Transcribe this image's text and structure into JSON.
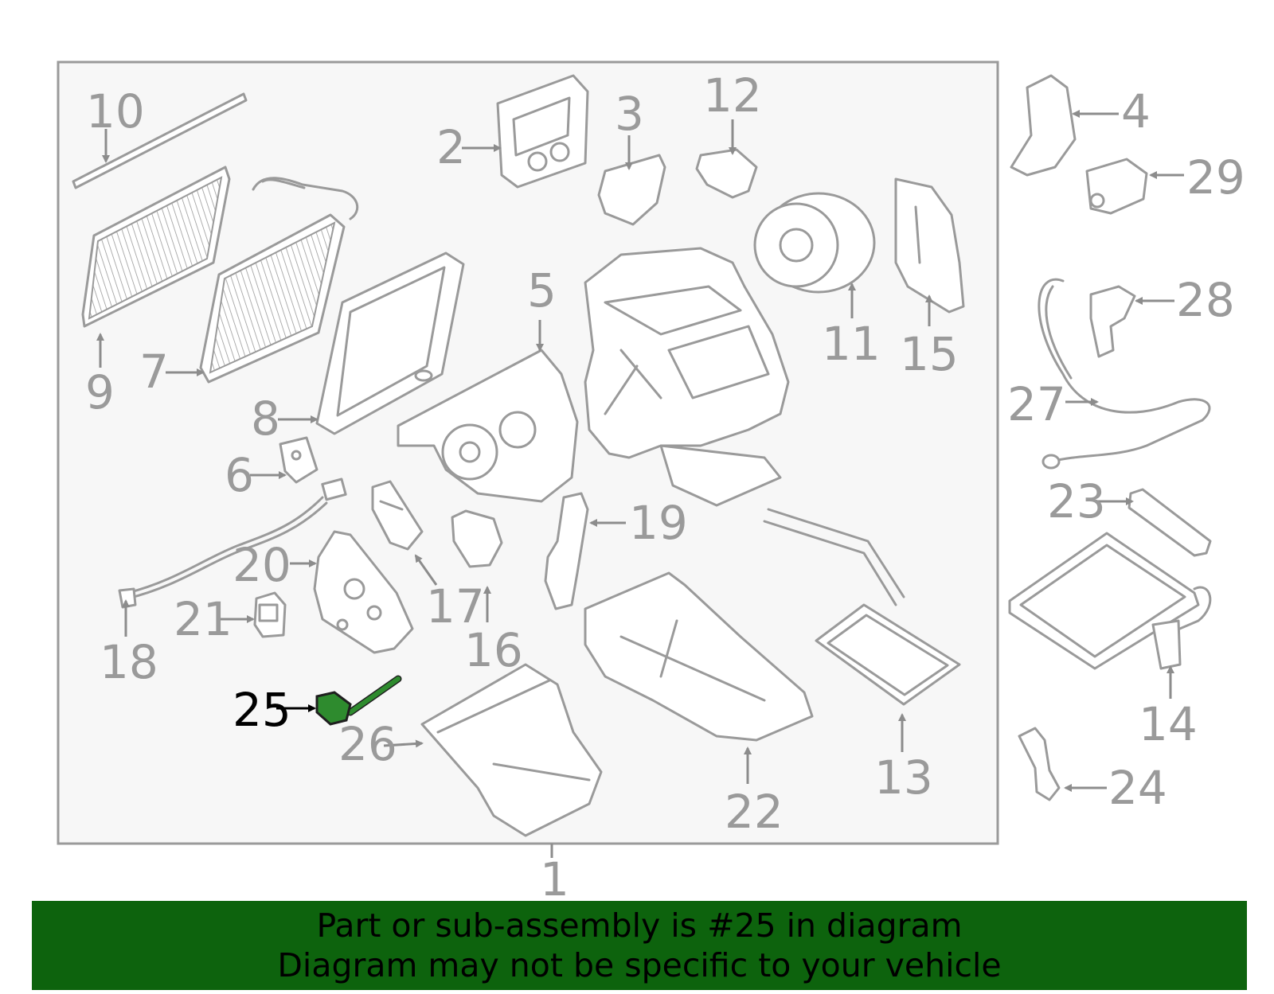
{
  "diagram": {
    "highlight_color": "#0d630d",
    "highlighted_part": "25",
    "callouts": [
      "1",
      "2",
      "3",
      "4",
      "5",
      "6",
      "7",
      "8",
      "9",
      "10",
      "11",
      "12",
      "13",
      "14",
      "15",
      "16",
      "17",
      "18",
      "19",
      "20",
      "21",
      "22",
      "23",
      "24",
      "25",
      "26",
      "27",
      "28",
      "29"
    ]
  },
  "banner": {
    "line1": "Part or sub-assembly is #25 in diagram",
    "line2": "Diagram may not be specific to your vehicle",
    "background": "#0d630d"
  }
}
